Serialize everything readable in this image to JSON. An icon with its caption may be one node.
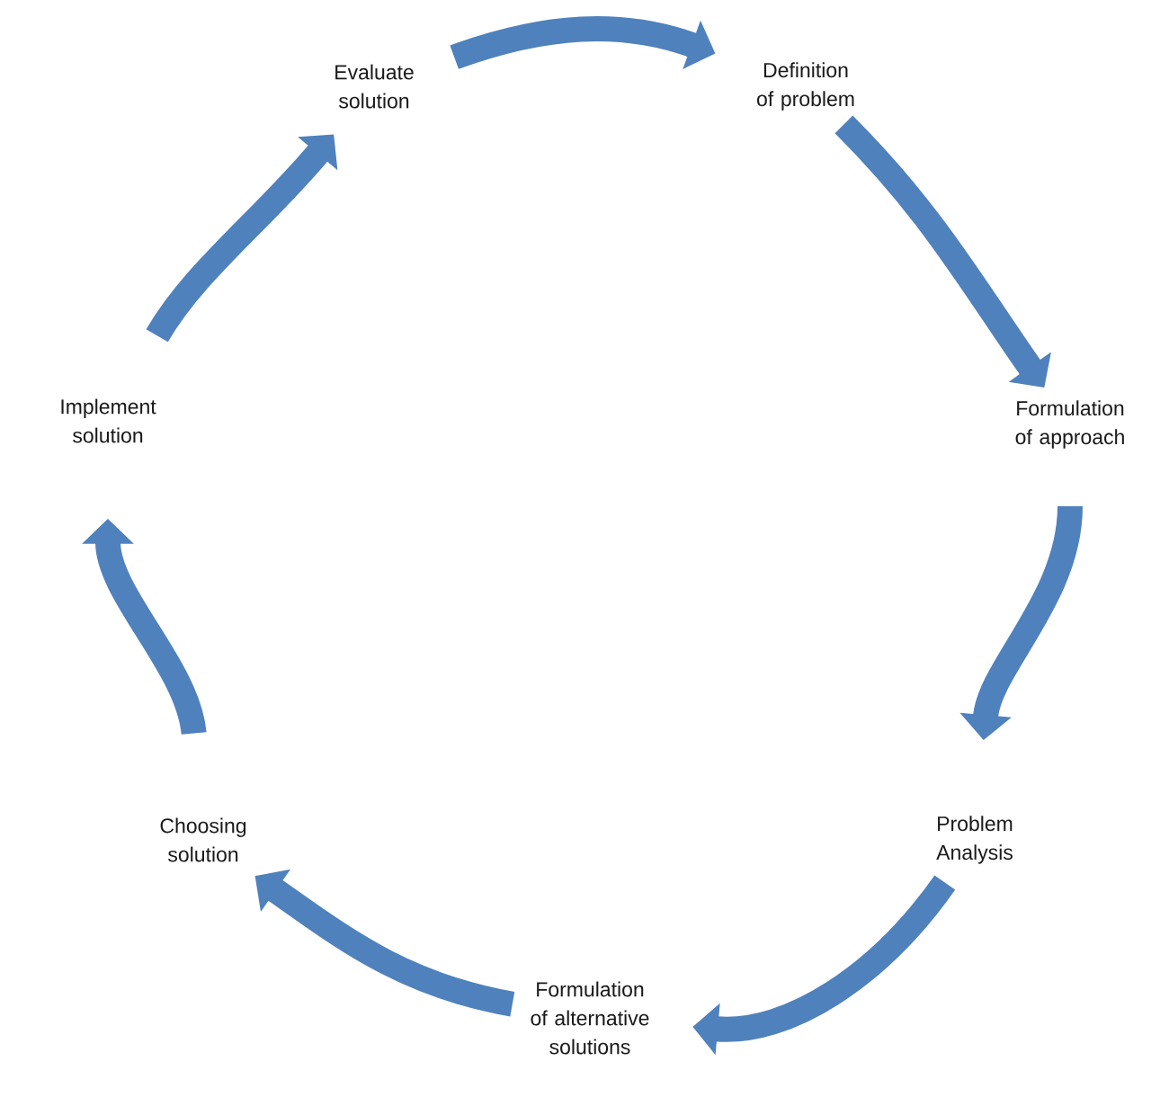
{
  "diagram": {
    "nodes": [
      {
        "text": [
          "Evaluate solution"
        ]
      },
      {
        "text": [
          "Definition of problem"
        ]
      },
      {
        "text": [
          "Formulation of approach"
        ]
      },
      {
        "text": [
          "Problem Analysis"
        ]
      },
      {
        "text": [
          "Formulation of alternative solutions"
        ]
      },
      {
        "text": [
          "Choosing solution"
        ]
      },
      {
        "text": [
          "Implement solution"
        ]
      }
    ],
    "edges": [
      {
        "from": 0,
        "to": 1,
        "arrow": "to"
      },
      {
        "from": 1,
        "to": 2,
        "arrow": "to"
      },
      {
        "from": 2,
        "to": 3,
        "arrow": "to"
      },
      {
        "from": 3,
        "to": 4,
        "arrow": "to"
      },
      {
        "from": 4,
        "to": 5,
        "arrow": "to"
      },
      {
        "from": 5,
        "to": 6,
        "arrow": "to"
      },
      {
        "from": 6,
        "to": 0,
        "arrow": "to"
      }
    ]
  }
}
